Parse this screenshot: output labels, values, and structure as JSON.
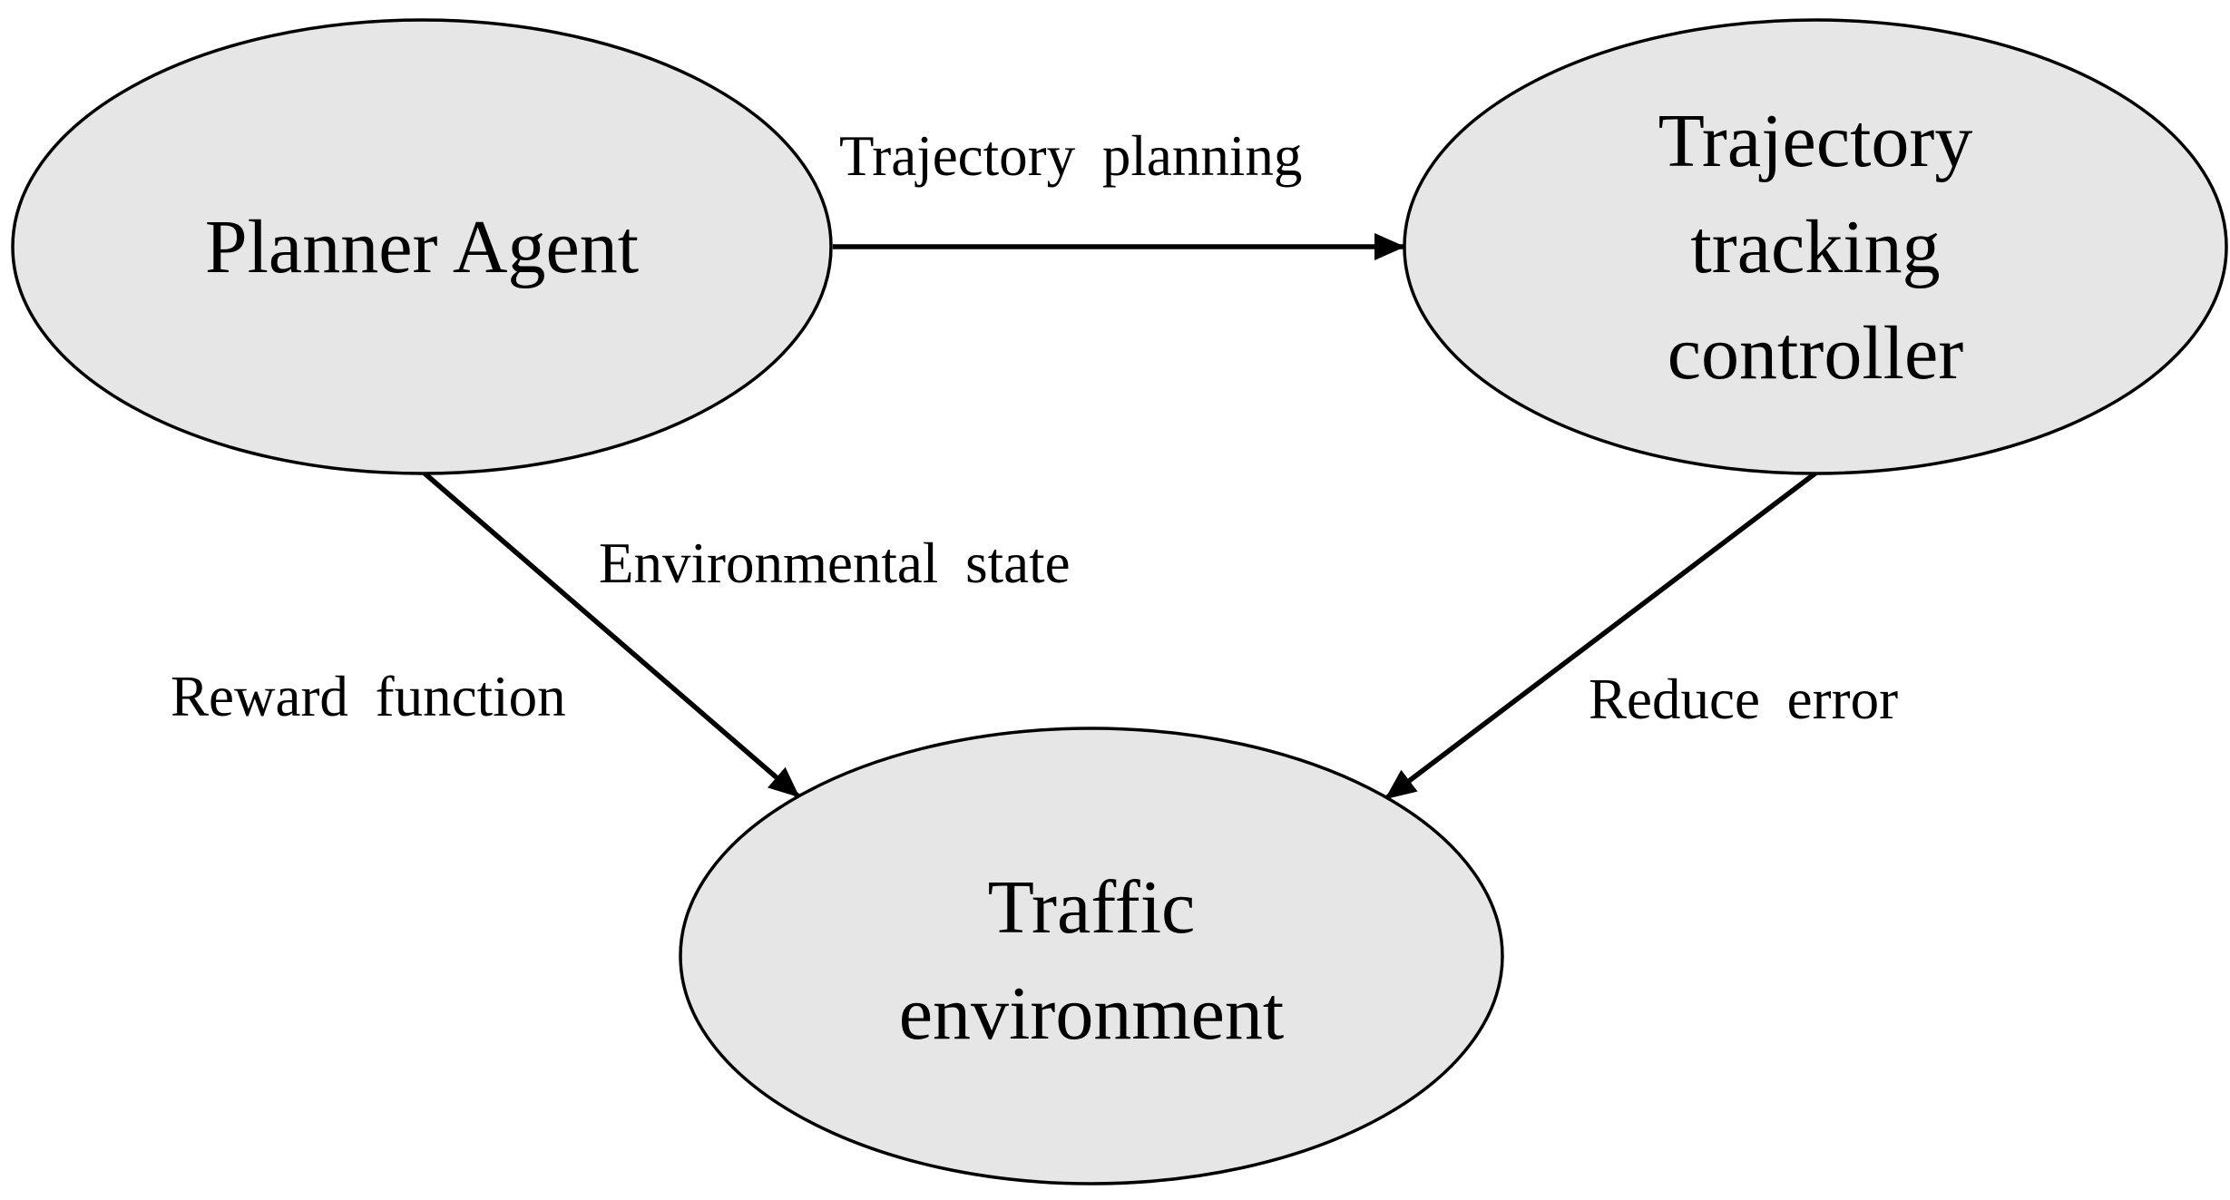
{
  "nodes": {
    "planner": {
      "label": "Planner Agent"
    },
    "controller": {
      "lines": [
        "Trajectory",
        "tracking",
        "controller"
      ]
    },
    "traffic": {
      "lines": [
        "Traffic",
        "environment"
      ]
    }
  },
  "edges": {
    "planner_to_controller": {
      "label": "Trajectory planning"
    },
    "planner_to_traffic": {
      "labels": [
        "Environmental state",
        "Reward function"
      ]
    },
    "controller_to_traffic": {
      "label": "Reduce error"
    }
  },
  "colors": {
    "node_fill": "#e6e6e6",
    "stroke": "#000000",
    "background": "#ffffff"
  }
}
